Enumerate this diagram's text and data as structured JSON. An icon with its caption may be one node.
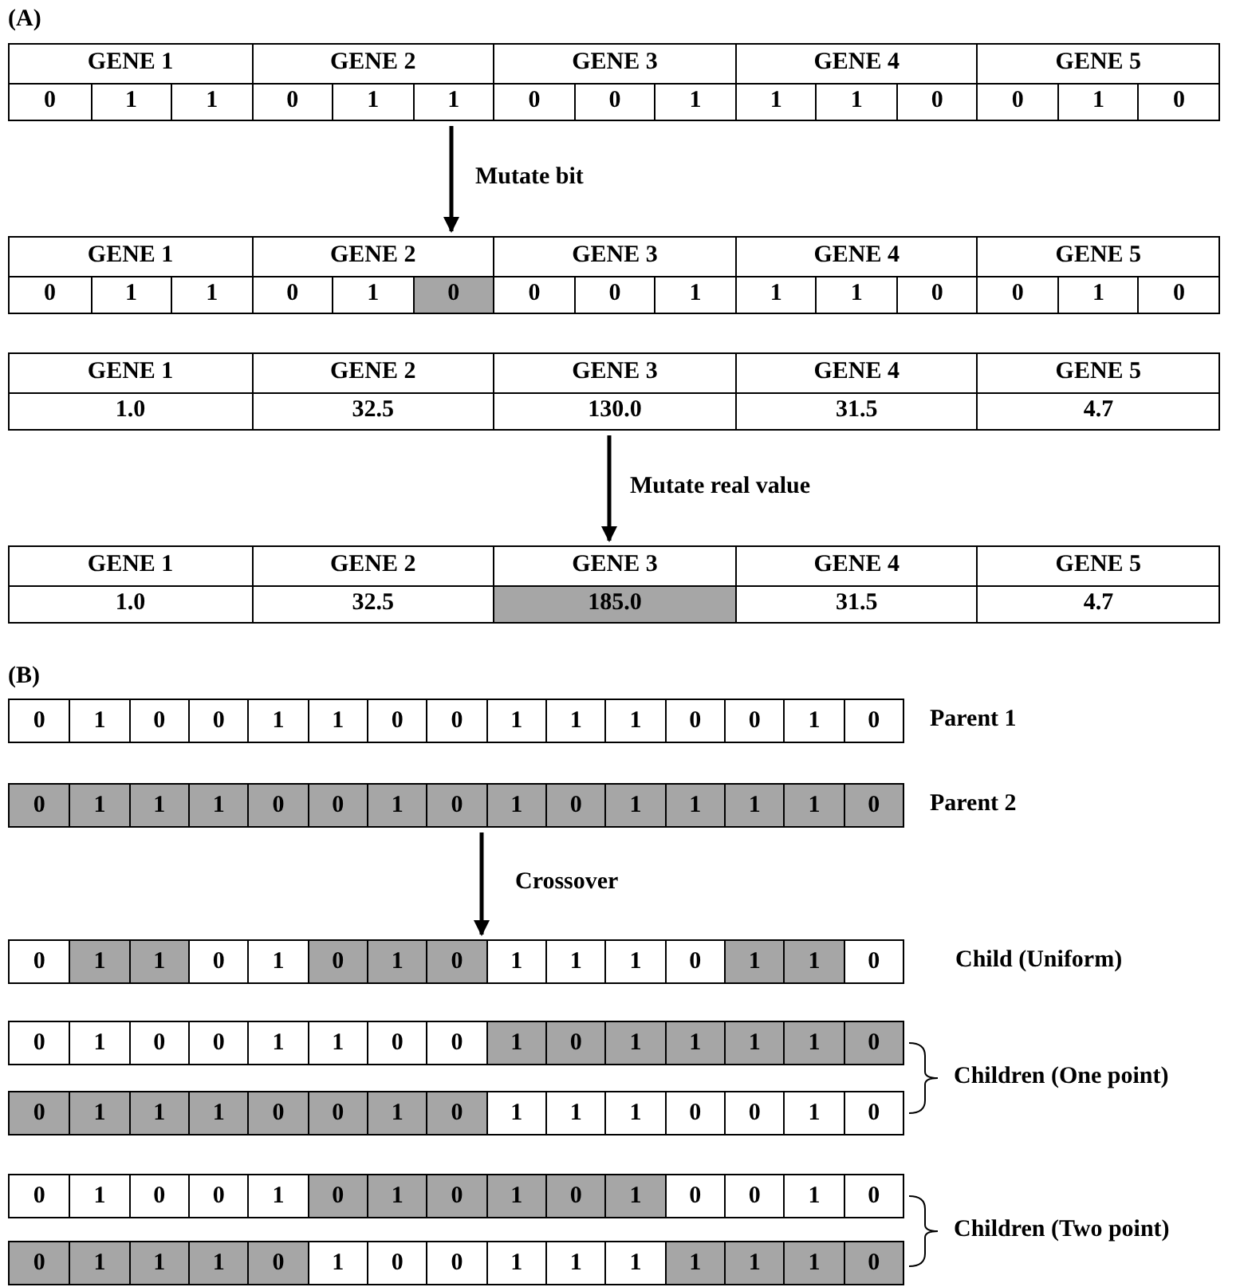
{
  "diagram": {
    "nodes": [
      {
        "text": [
          "GENE 1",
          "GENE 2",
          "GENE 3",
          "GENE 4",
          "GENE 5",
          "0",
          "1",
          "1",
          "0",
          "1",
          "1",
          "0",
          "0",
          "1",
          "1",
          "1",
          "0",
          "0",
          "1",
          "0"
        ]
      },
      {
        "text": [
          "GENE 1",
          "GENE 2",
          "GENE 3",
          "GENE 4",
          "GENE 5",
          "0",
          "1",
          "1",
          "0",
          "1",
          "0",
          "0",
          "0",
          "1",
          "1",
          "1",
          "0",
          "0",
          "1",
          "0"
        ]
      },
      {
        "text": [
          "GENE 1",
          "GENE 2",
          "GENE 3",
          "GENE 4",
          "GENE 5",
          "1.0",
          "32.5",
          "130.0",
          "31.5",
          "4.7"
        ]
      },
      {
        "text": [
          "GENE 1",
          "GENE 2",
          "GENE 3",
          "GENE 4",
          "GENE 5",
          "1.0",
          "32.5",
          "185.0",
          "31.5",
          "4.7"
        ]
      },
      {
        "text": [
          "0",
          "1",
          "0",
          "0",
          "1",
          "1",
          "0",
          "0",
          "1",
          "1",
          "1",
          "0",
          "0",
          "1",
          "0"
        ],
        "beside": [
          "Parent 1"
        ]
      },
      {
        "text": [
          "0",
          "1",
          "1",
          "1",
          "0",
          "0",
          "1",
          "0",
          "1",
          "0",
          "1",
          "1",
          "1",
          "1",
          "0"
        ],
        "beside": [
          "Parent 2"
        ]
      },
      {
        "text": [
          "0",
          "1",
          "1",
          "0",
          "1",
          "0",
          "1",
          "0",
          "1",
          "1",
          "1",
          "0",
          "1",
          "1",
          "0"
        ],
        "beside": [
          "Child (Uniform)"
        ]
      },
      {
        "text": [
          "0",
          "1",
          "0",
          "0",
          "1",
          "1",
          "0",
          "0",
          "1",
          "0",
          "1",
          "1",
          "1",
          "1",
          "0"
        ]
      },
      {
        "text": [
          "0",
          "1",
          "1",
          "1",
          "0",
          "0",
          "1",
          "0",
          "1",
          "1",
          "1",
          "0",
          "0",
          "1",
          "0"
        ]
      },
      {
        "text": [
          "0",
          "1",
          "0",
          "0",
          "1",
          "0",
          "1",
          "0",
          "1",
          "0",
          "1",
          "0",
          "0",
          "1",
          "0"
        ]
      },
      {
        "text": [
          "0",
          "1",
          "1",
          "1",
          "0",
          "1",
          "0",
          "0",
          "1",
          "1",
          "1",
          "1",
          "1",
          "1",
          "0"
        ]
      }
    ],
    "edges": [
      {
        "from": 0,
        "to": 1,
        "arrow": "to",
        "label": "Mutate bit"
      },
      {
        "from": 2,
        "to": 3,
        "arrow": "to",
        "label": "Mutate real value"
      },
      {
        "from": 5,
        "to": 6,
        "arrow": "to",
        "label": "Crossover"
      }
    ],
    "labels": [
      "(A)",
      "(B)",
      "Children (One point)",
      "Children (Two point)"
    ]
  }
}
